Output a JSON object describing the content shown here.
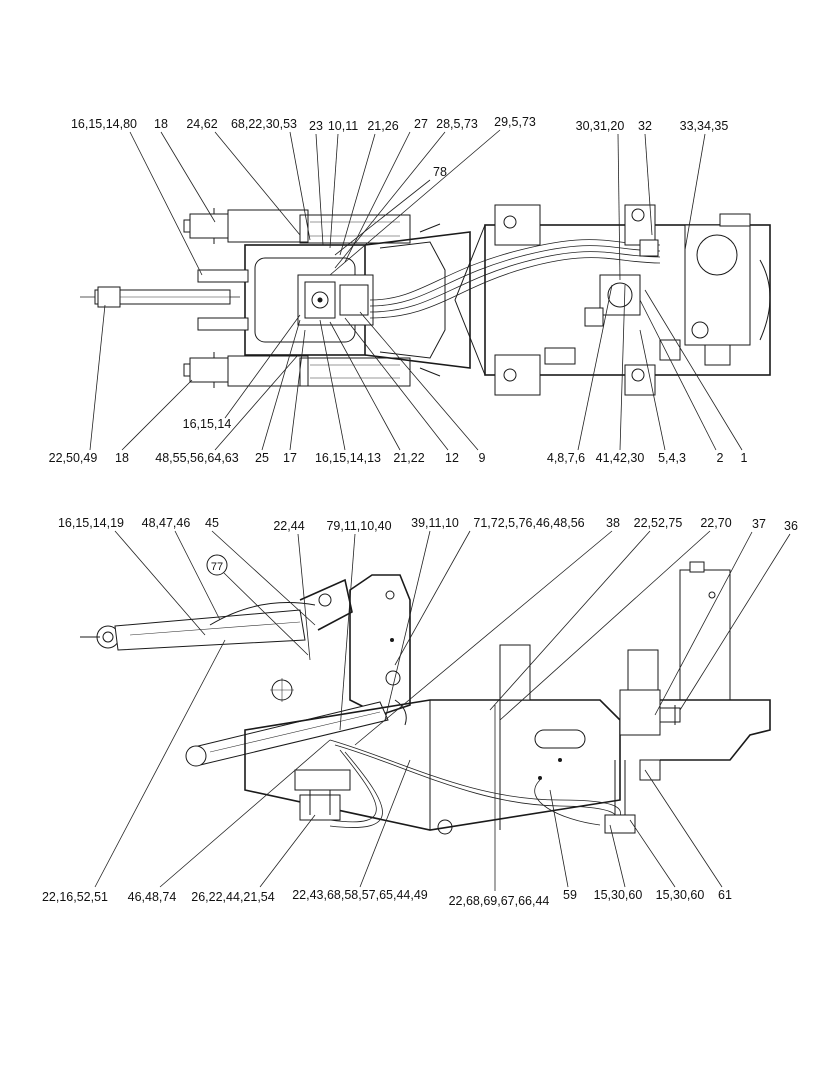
{
  "top_view": {
    "callouts_top": [
      "16,15,14,80",
      "18",
      "24,62",
      "68,22,30,53",
      "23",
      "10,11",
      "21,26",
      "27",
      "28,5,73",
      "29,5,73",
      "78",
      "30,31,20",
      "32",
      "33,34,35"
    ],
    "callouts_bottom": [
      "16,15,14",
      "22,50,49",
      "18",
      "48,55,56,64,63",
      "25",
      "17",
      "16,15,14,13",
      "21,22",
      "12",
      "9",
      "4,8,7,6",
      "41,42,30",
      "5,4,3",
      "2",
      "1"
    ]
  },
  "side_view": {
    "callouts_top": [
      "16,15,14,19",
      "48,47,46",
      "45",
      "22,44",
      "79,11,10,40",
      "39,11,10",
      "71,72,5,76,46,48,56",
      "38",
      "22,52,75",
      "22,70",
      "37",
      "36"
    ],
    "circled_callout": "77",
    "callouts_bottom": [
      "22,16,52,51",
      "46,48,74",
      "26,22,44,21,54",
      "22,43,68,58,57,65,44,49",
      "22,68,69,67,66,44",
      "59",
      "15,30,60",
      "15,30,60",
      "61"
    ]
  }
}
